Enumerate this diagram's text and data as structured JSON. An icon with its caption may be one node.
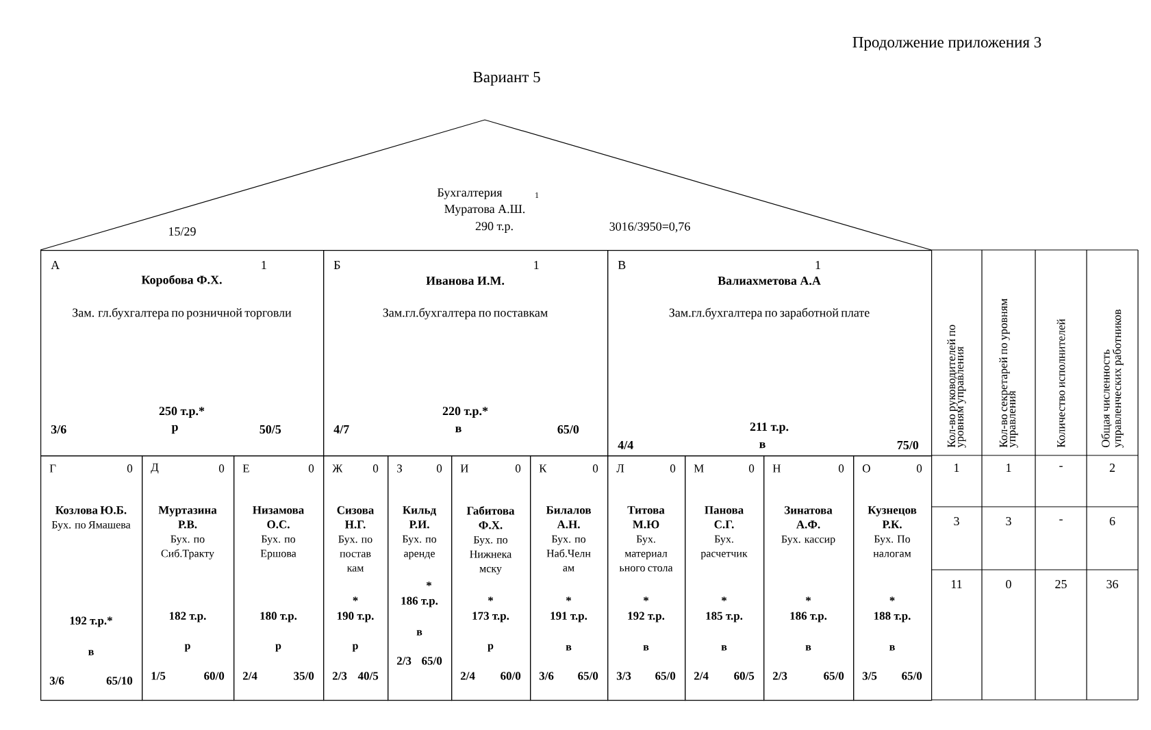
{
  "diagram": {
    "title": "Вариант 5",
    "nodes": [
      {
        "text": [
          "Бухгалтерия",
          "1",
          "Муратова А.Ш.",
          "15/29",
          "290 т.р.",
          "3016/3950=0,76"
        ]
      },
      {
        "text": [
          "А",
          "1",
          "Коробова Ф.Х.",
          "Зам. гл.бухгалтера по розничной торговли",
          "250 т.р.*",
          "3/6",
          "р",
          "50/5"
        ]
      },
      {
        "text": [
          "Б",
          "1",
          "Иванова И.М.",
          "Зам.гл.бухгалтера по поставкам",
          "220 т.р.*",
          "4/7",
          "в",
          "65/0"
        ]
      },
      {
        "text": [
          "В",
          "1",
          "Валиахметова А.А",
          "Зам.гл.бухгалтера по заработной плате",
          "211 т.р.",
          "4/4",
          "в",
          "75/0"
        ]
      },
      {
        "text": [
          "Г",
          "0",
          "Козлова Ю.Б.",
          "Бух. по Ямашева",
          "192 т.р.*",
          "в",
          "3/6",
          "65/10"
        ]
      },
      {
        "text": [
          "Д",
          "0",
          "Муртазина Р.В.",
          "Бух. по Сиб.Тракту",
          "182 т.р.",
          "р",
          "1/5",
          "60/0"
        ]
      },
      {
        "text": [
          "Е",
          "0",
          "Низамова О.С.",
          "Бух. по Ершова",
          "180 т.р.",
          "р",
          "2/4",
          "35/0"
        ]
      },
      {
        "text": [
          "Ж",
          "0",
          "Сизова Н.Г.",
          "Бух. по постав кам",
          "*",
          "190 т.р.",
          "р",
          "2/3",
          "40/5"
        ]
      },
      {
        "text": [
          "З",
          "0",
          "Кильд Р.И.",
          "Бух. по аренде",
          "*",
          "186 т.р.",
          "в",
          "2/3",
          "65/0"
        ]
      },
      {
        "text": [
          "И",
          "0",
          "Габитова Ф.Х.",
          "Бух. по Нижнека мску",
          "*",
          "173 т.р.",
          "р",
          "2/4",
          "60/0"
        ]
      },
      {
        "text": [
          "К",
          "0",
          "Билалов А.Н.",
          "Бух. по Наб.Челн ам",
          "*",
          "191 т.р.",
          "в",
          "3/6",
          "65/0"
        ]
      },
      {
        "text": [
          "Л",
          "0",
          "Титова М.Ю",
          "Бух. материал ьного стола",
          "*",
          "192 т.р.",
          "в",
          "3/3",
          "65/0"
        ]
      },
      {
        "text": [
          "М",
          "0",
          "Панова С.Г.",
          "Бух. расчетчик",
          "*",
          "185 т.р.",
          "в",
          "2/4",
          "60/5"
        ]
      },
      {
        "text": [
          "Н",
          "0",
          "Зинатова А.Ф.",
          "Бух. кассир",
          "*",
          "186 т.р.",
          "в",
          "2/3",
          "65/0"
        ]
      },
      {
        "text": [
          "О",
          "0",
          "Кузнецов Р.К.",
          "Бух. По налогам",
          "*",
          "188 т.р.",
          "в",
          "3/5",
          "65/0"
        ]
      }
    ],
    "labels": [
      "Продолжение приложения 3",
      "Кол-во руководителей по уровням управления",
      "Кол-во секретарей по уровням управления",
      "Количество исполнителей",
      "Общая численность управленческих работников",
      "1",
      "1",
      "-",
      "2",
      "3",
      "3",
      "-",
      "6",
      "11",
      "0",
      "25",
      "36"
    ]
  }
}
